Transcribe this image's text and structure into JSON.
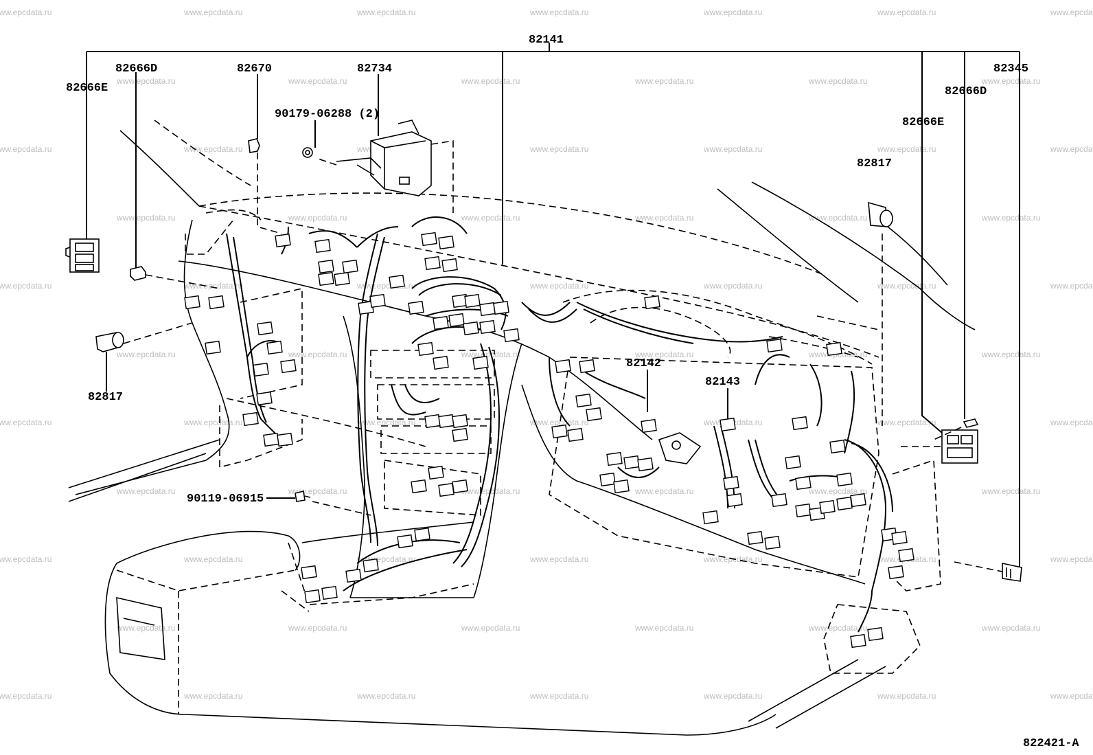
{
  "watermark": "www.epcdata.ru",
  "diagram_id": "822421-A",
  "labels": {
    "main": "82141",
    "l_82666D": "82666D",
    "l_82666E": "82666E",
    "l_82670": "82670",
    "l_82734": "82734",
    "l_90179": "90179-06288 (2)",
    "l_82817_left": "82817",
    "l_90119": "90119-06915",
    "l_82142": "82142",
    "l_82143": "82143",
    "r_82345": "82345",
    "r_82666D": "82666D",
    "r_82666E": "82666E",
    "r_82817": "82817"
  }
}
